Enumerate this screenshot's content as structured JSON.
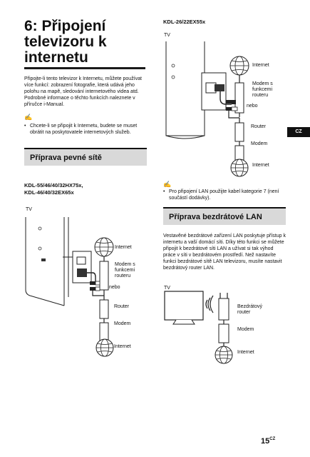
{
  "title": "6: Připojení televizoru k internetu",
  "intro": "Připojte-li tento televizor k Internetu, můžete používat více funkcí: zobrazení fotografie, která udává jeho polohu na mapě, sledování internetového videa atd. Podrobné informace o těchto funkcích naleznete v příručce i-Manual.",
  "note_icon": "✍",
  "note1": "Chcete-li se připojit k Internetu, budete se muset obrátit na poskytovatele internetových služeb.",
  "section_wired": "Příprava pevné sítě",
  "models_left_line1": "KDL-55/46/40/32HX75x,",
  "models_left_line2": "KDL-46/40/32EX65x",
  "model_right": "KDL-26/22EX55x",
  "tv_label": "TV",
  "label_internet": "Internet",
  "label_modem_router_1": "Modem s",
  "label_modem_router_2": "funkcemi",
  "label_modem_router_3": "routeru",
  "label_or": "nebo",
  "label_router": "Router",
  "label_modem": "Modem",
  "note2": "Pro připojení LAN použijte kabel kategorie 7 (není součástí dodávky).",
  "section_wireless": "Příprava bezdrátové LAN",
  "wireless_text": "Vestavěné bezdrátové zařízení LAN poskytuje přístup k internetu a vaší domácí síti. Díky této funkci se můžete připojit k bezdrátové síti LAN a užívat si tak výhod práce v síti v bezdrátovém prostředí. Než nastavíte funkci bezdrátové sítě LAN televizoru, musíte nastavit bezdrátový router LAN.",
  "label_wireless_router_1": "Bezdrátový",
  "label_wireless_router_2": "router",
  "cz_tab": "CZ",
  "page_number": "15",
  "page_lang": "CZ"
}
